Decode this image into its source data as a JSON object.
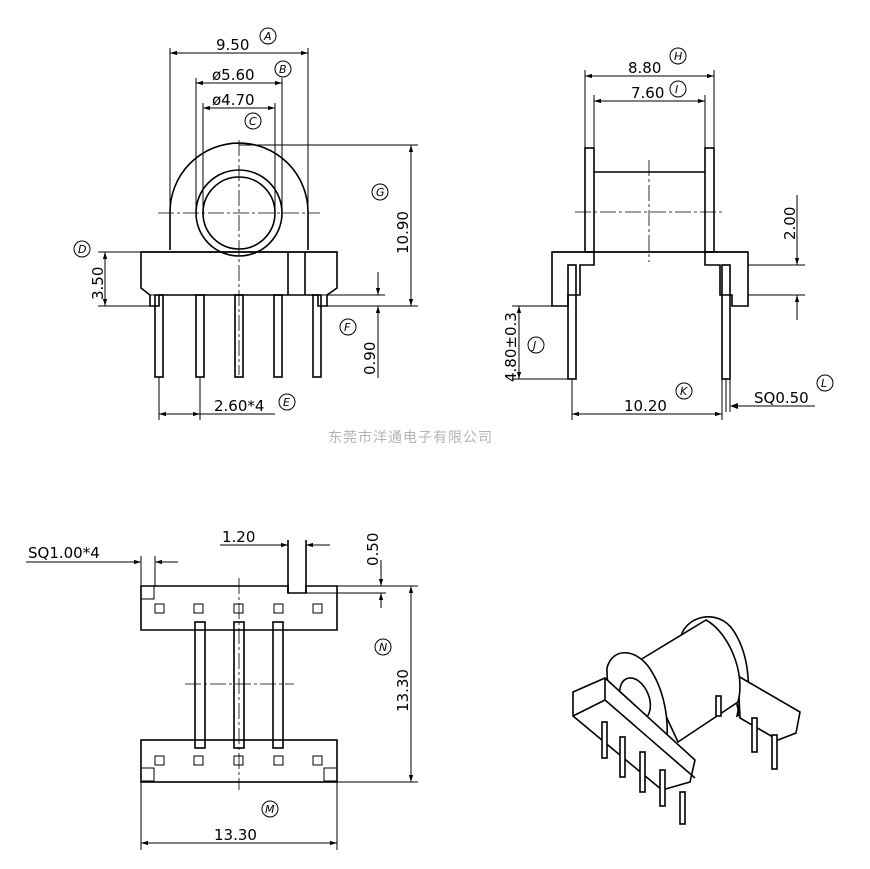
{
  "watermark": "东莞市洋通电子有限公司",
  "dimensions": {
    "A": "9.50",
    "B": "ø5.60",
    "C": "ø4.70",
    "D": "3.50",
    "E": "2.60*4",
    "F": "0.90",
    "G": "10.90",
    "H": "8.80",
    "I": "7.60",
    "J": "4.80±0.3",
    "K": "10.20",
    "L": "SQ0.50",
    "M": "13.30",
    "N": "13.30",
    "pin_sq": "SQ1.00*4",
    "slot_w": "1.20",
    "slot_d": "0.50",
    "core_h": "2.00"
  },
  "callouts": {
    "A": "A",
    "B": "B",
    "C": "C",
    "D": "D",
    "E": "E",
    "F": "F",
    "G": "G",
    "H": "H",
    "I": "I",
    "J": "J",
    "K": "K",
    "L": "L",
    "M": "M",
    "N": "N"
  }
}
